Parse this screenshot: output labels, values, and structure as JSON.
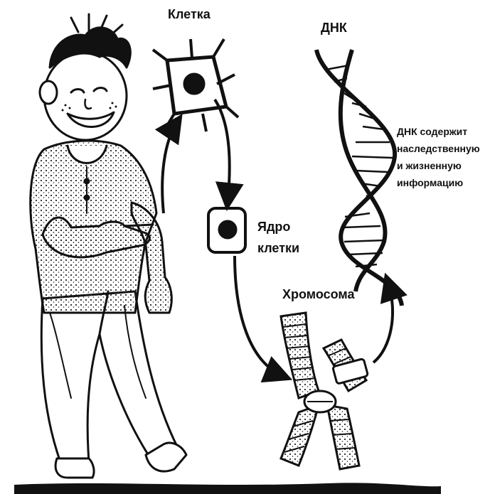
{
  "labels": {
    "cell": "Клетка",
    "dna": "ДНК",
    "nucleus_line1": "Ядро",
    "nucleus_line2": "клетки",
    "chromosome": "Хромосома",
    "dna_note": [
      "ДНК содержит",
      "наследственную",
      "и жизненную",
      "информацию"
    ]
  },
  "colors": {
    "ink": "#111111",
    "paper": "#ffffff"
  }
}
